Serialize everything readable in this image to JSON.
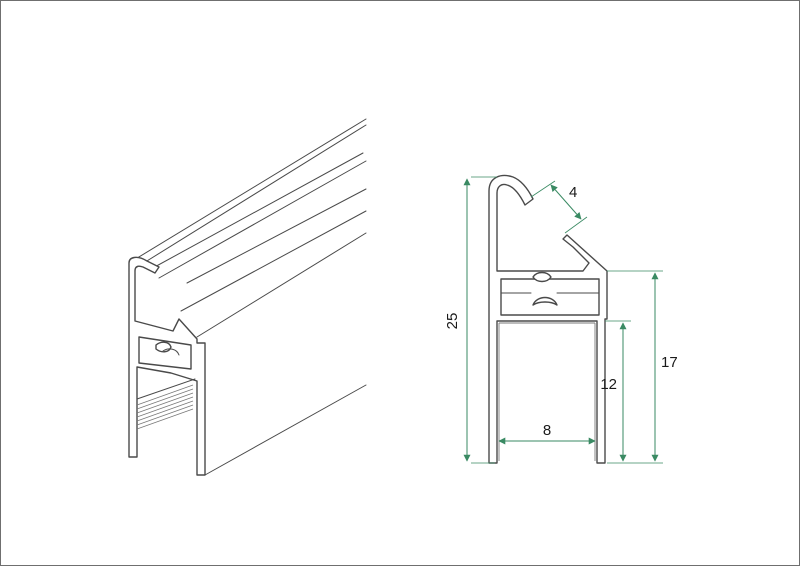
{
  "colors": {
    "line": "#4a4a4a",
    "dimension": "#3a8a63",
    "border": "#6f6f6f",
    "background": "#ffffff"
  },
  "dimensions": {
    "overall_height": "25",
    "lower_height": "17",
    "channel_height": "12",
    "channel_width": "8",
    "lip_gap": "4"
  }
}
